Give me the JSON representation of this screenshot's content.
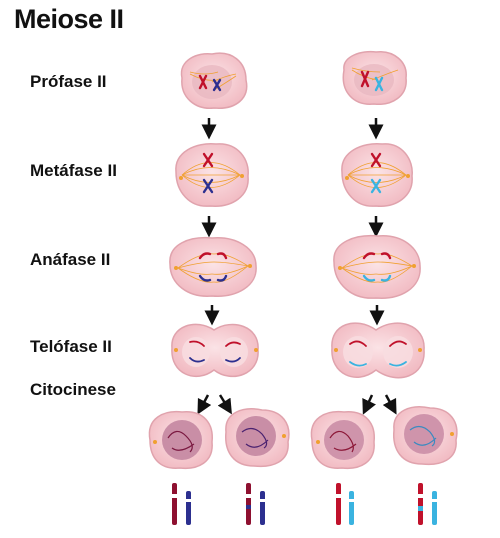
{
  "title": "Meiose II",
  "phases": [
    {
      "id": "prophase",
      "label": "Prófase II"
    },
    {
      "id": "metaphase",
      "label": "Metáfase II"
    },
    {
      "id": "anaphase",
      "label": "Anáfase II"
    },
    {
      "id": "telophase",
      "label": "Telófase II"
    },
    {
      "id": "cytokinesis",
      "label": "Citocinese"
    }
  ],
  "colors": {
    "cell_fill": "#f5c9cf",
    "cell_stroke": "#e0a3ad",
    "nucleus_fill": "#e7b4bc",
    "daughter_nucleus": "#c98ea6",
    "spindle": "#f0a030",
    "chrom_red": "#c0112b",
    "chrom_darkred": "#8e1030",
    "chrom_blue": "#2c2f8f",
    "chrom_lightblue": "#3ab3e0",
    "arrow": "#111111"
  }
}
